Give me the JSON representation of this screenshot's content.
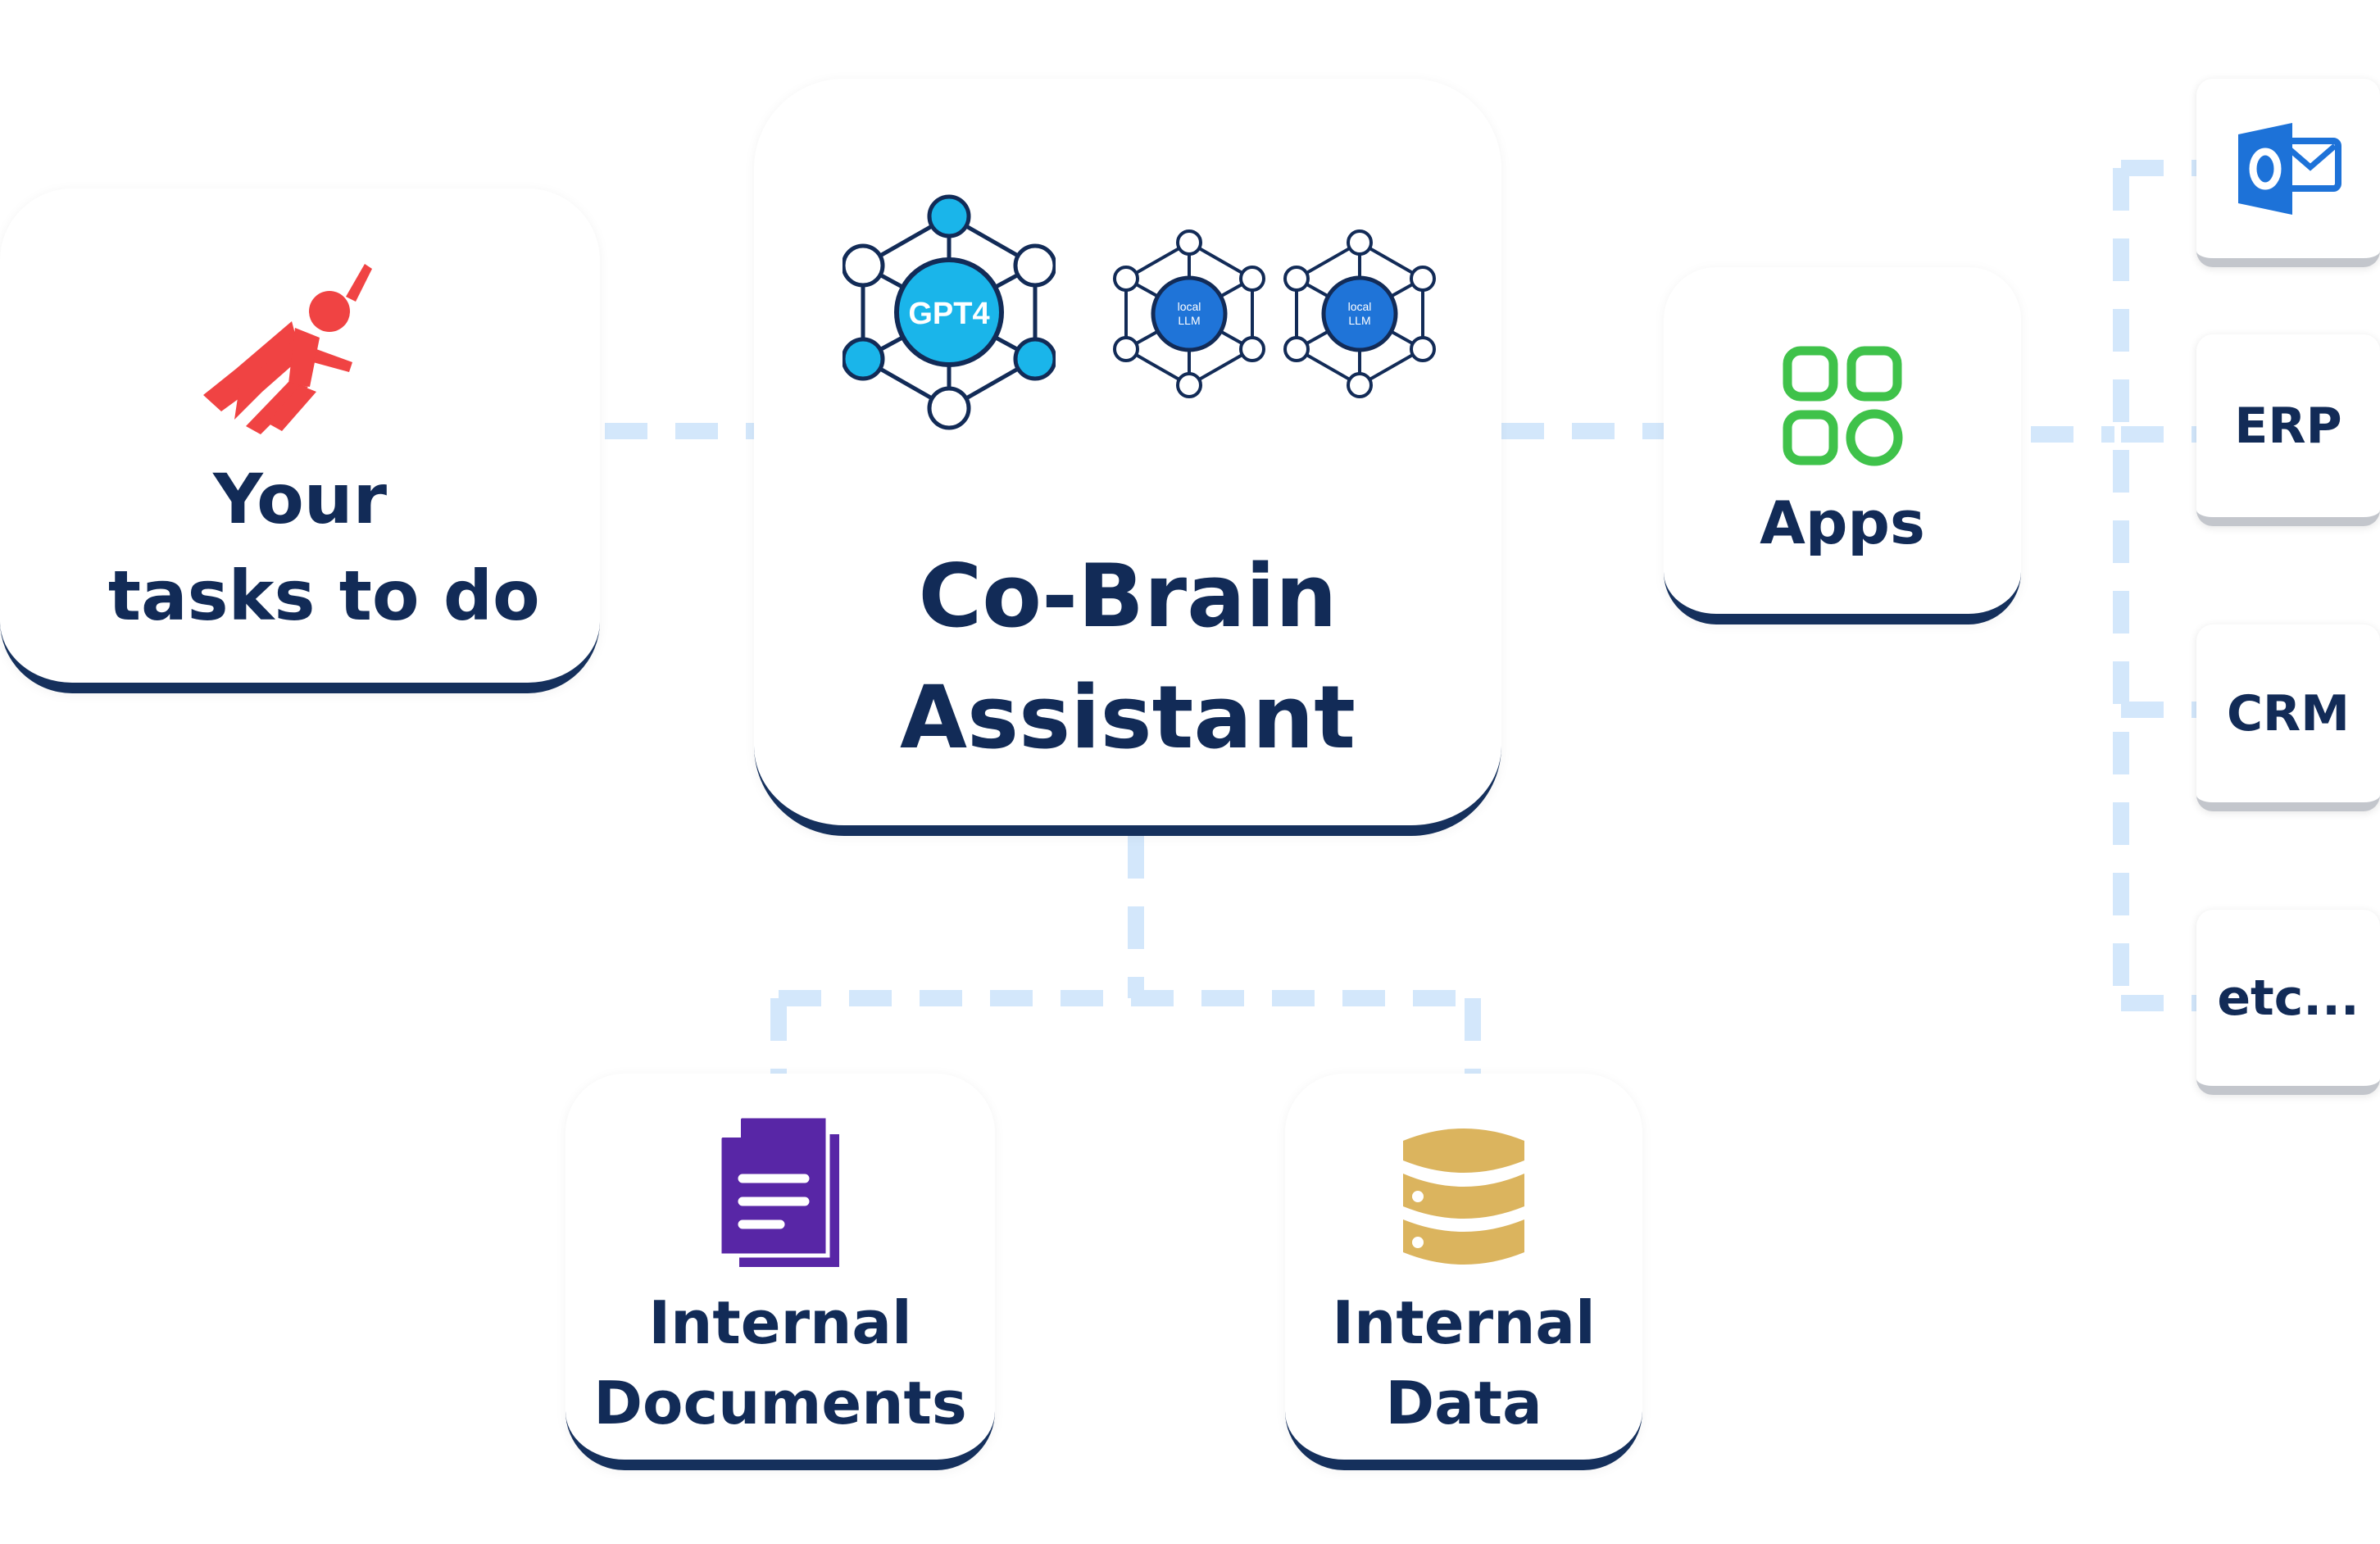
{
  "tasks": {
    "line1": "Your",
    "line2": "tasks to do",
    "icon": "superhero-icon"
  },
  "assistant": {
    "line1": "Co-Brain",
    "line2": "Assistant",
    "models": [
      {
        "label": "GPT4",
        "icon": "network-hub-icon"
      },
      {
        "label_line1": "local",
        "label_line2": "LLM",
        "icon": "network-hub-icon"
      },
      {
        "label_line1": "local",
        "label_line2": "LLM",
        "icon": "network-hub-icon"
      }
    ]
  },
  "apps": {
    "label": "Apps",
    "icon": "apps-grid-icon"
  },
  "integrations": [
    {
      "label": "",
      "icon": "outlook-icon"
    },
    {
      "label": "ERP"
    },
    {
      "label": "CRM"
    },
    {
      "label": "etc..."
    }
  ],
  "documents": {
    "line1": "Internal",
    "line2": "Documents",
    "icon": "documents-icon"
  },
  "data": {
    "line1": "Internal",
    "line2": "Data",
    "icon": "database-icon"
  },
  "colors": {
    "navy": "#122b57",
    "connector": "#d3e7fb",
    "hero_red": "#f04343",
    "hub_cyan": "#1ab5ea",
    "hub_blue": "#1f74d8",
    "apps_green": "#3fc24a",
    "docs_purple": "#5826a6",
    "data_gold": "#dbb45e",
    "outlook_blue": "#1d72d8"
  }
}
